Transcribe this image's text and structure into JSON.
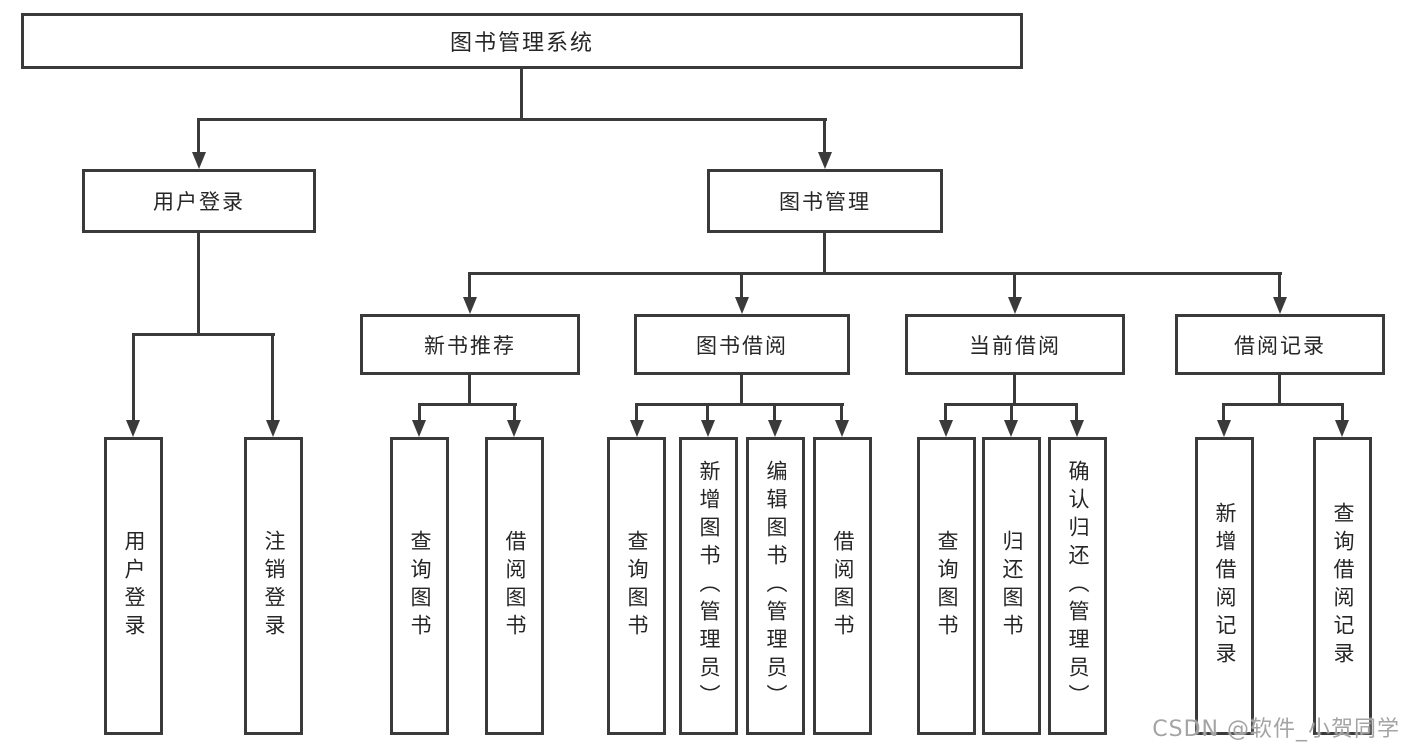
{
  "diagram_title": "图书管理系统",
  "user_login": {
    "label": "用户登录",
    "leaves": [
      "用户登录",
      "注销登录"
    ]
  },
  "book_mgmt": {
    "label": "图书管理"
  },
  "groups": [
    {
      "label": "新书推荐",
      "leaves": [
        "查询图书",
        "借阅图书"
      ]
    },
    {
      "label": "图书借阅",
      "leaves": [
        "查询图书",
        "新增图书（管理员）",
        "编辑图书（管理员）",
        "借阅图书"
      ]
    },
    {
      "label": "当前借阅",
      "leaves": [
        "查询图书",
        "归还图书",
        "确认归还（管理员）"
      ]
    },
    {
      "label": "借阅记录",
      "leaves": [
        "新增借阅记录",
        "查询借阅记录"
      ]
    }
  ],
  "watermark": "CSDN @软件_小贺同学",
  "colors": {
    "line": "#3a3a3a",
    "text": "#262626",
    "box_bg": "#ffffff",
    "watermark": "#a4a4a4"
  }
}
